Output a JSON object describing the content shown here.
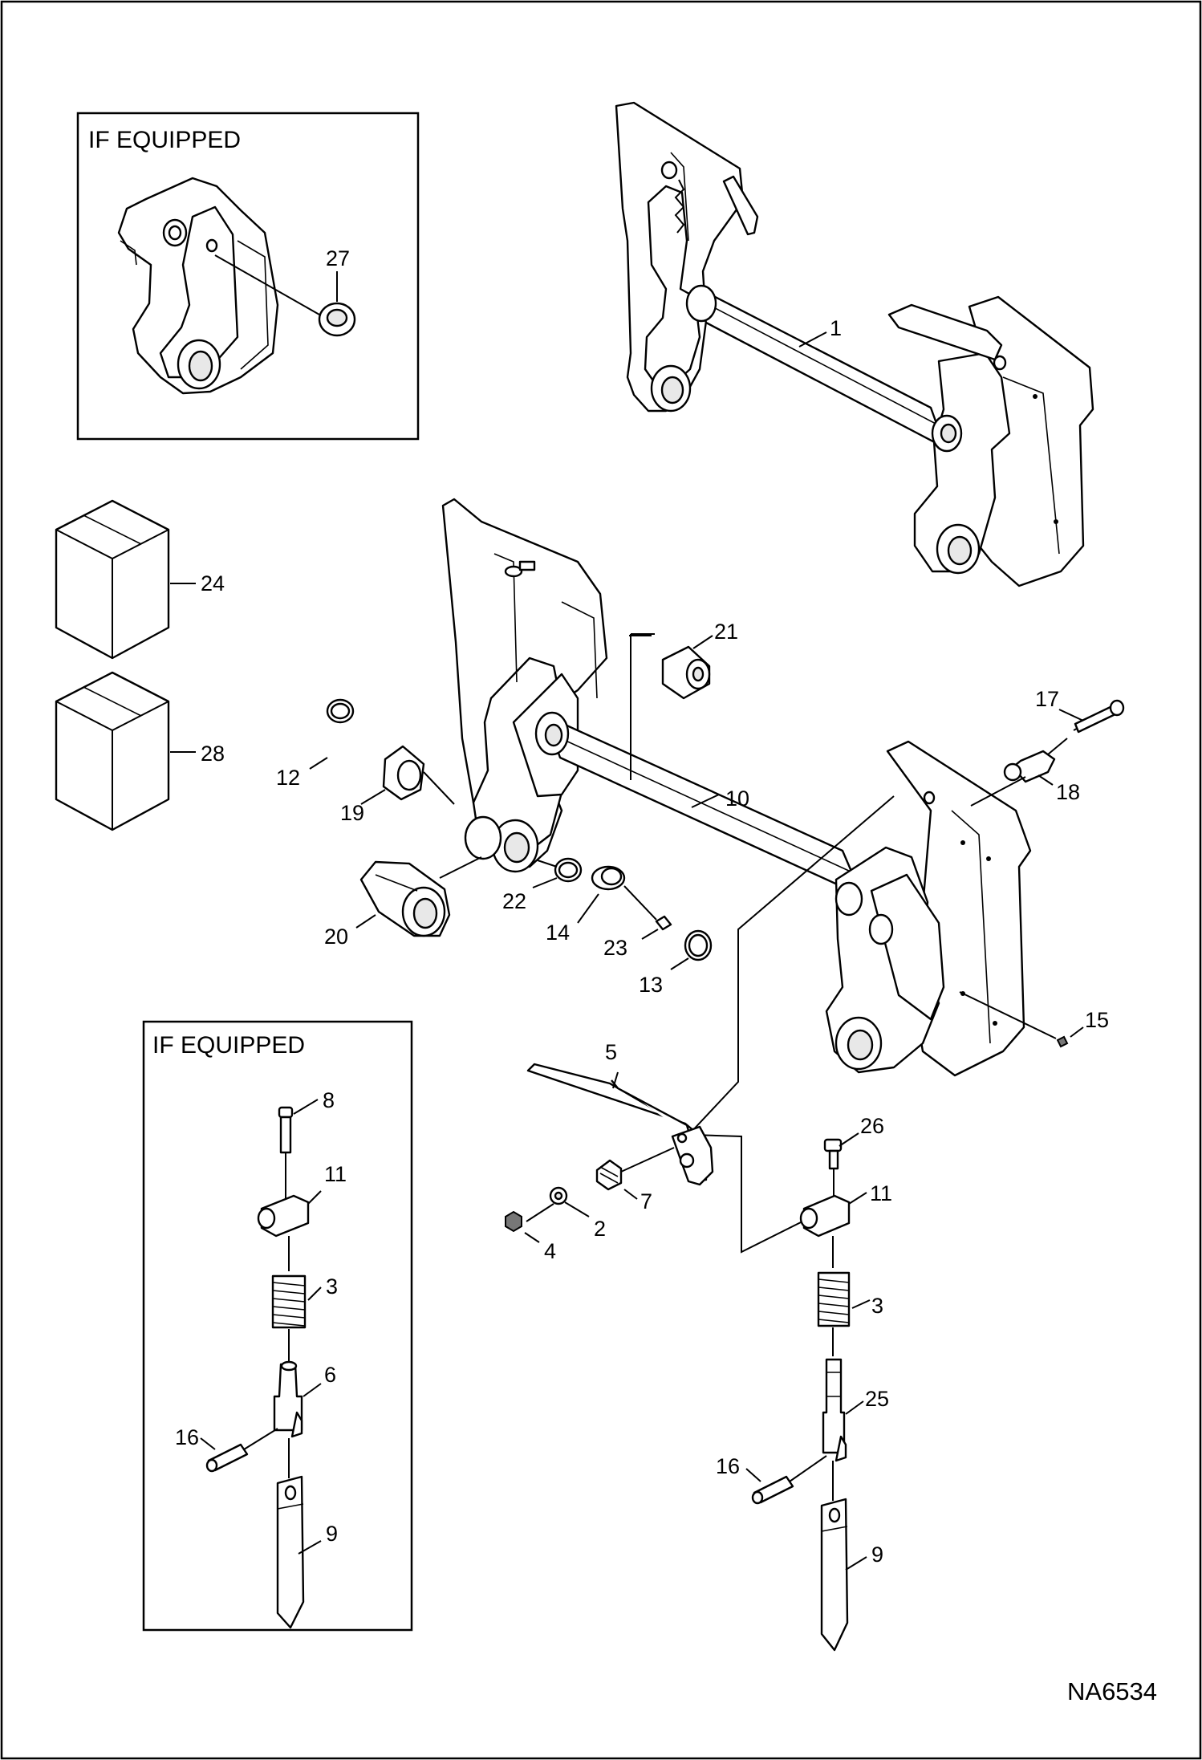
{
  "diagram": {
    "inset_top": {
      "title": "IF EQUIPPED"
    },
    "inset_bottom": {
      "title": "IF EQUIPPED"
    },
    "drawing_number": "NA6534",
    "callouts": {
      "c1": "1",
      "c2": "2",
      "c3a": "3",
      "c3b": "3",
      "c4": "4",
      "c5": "5",
      "c6": "6",
      "c7": "7",
      "c8": "8",
      "c9a": "9",
      "c9b": "9",
      "c10": "10",
      "c11a": "11",
      "c11b": "11",
      "c12": "12",
      "c13": "13",
      "c14": "14",
      "c15": "15",
      "c16a": "16",
      "c16b": "16",
      "c17": "17",
      "c18": "18",
      "c19": "19",
      "c20": "20",
      "c21": "21",
      "c22": "22",
      "c23": "23",
      "c24": "24",
      "c25": "25",
      "c26": "26",
      "c27": "27",
      "c28": "28"
    }
  }
}
